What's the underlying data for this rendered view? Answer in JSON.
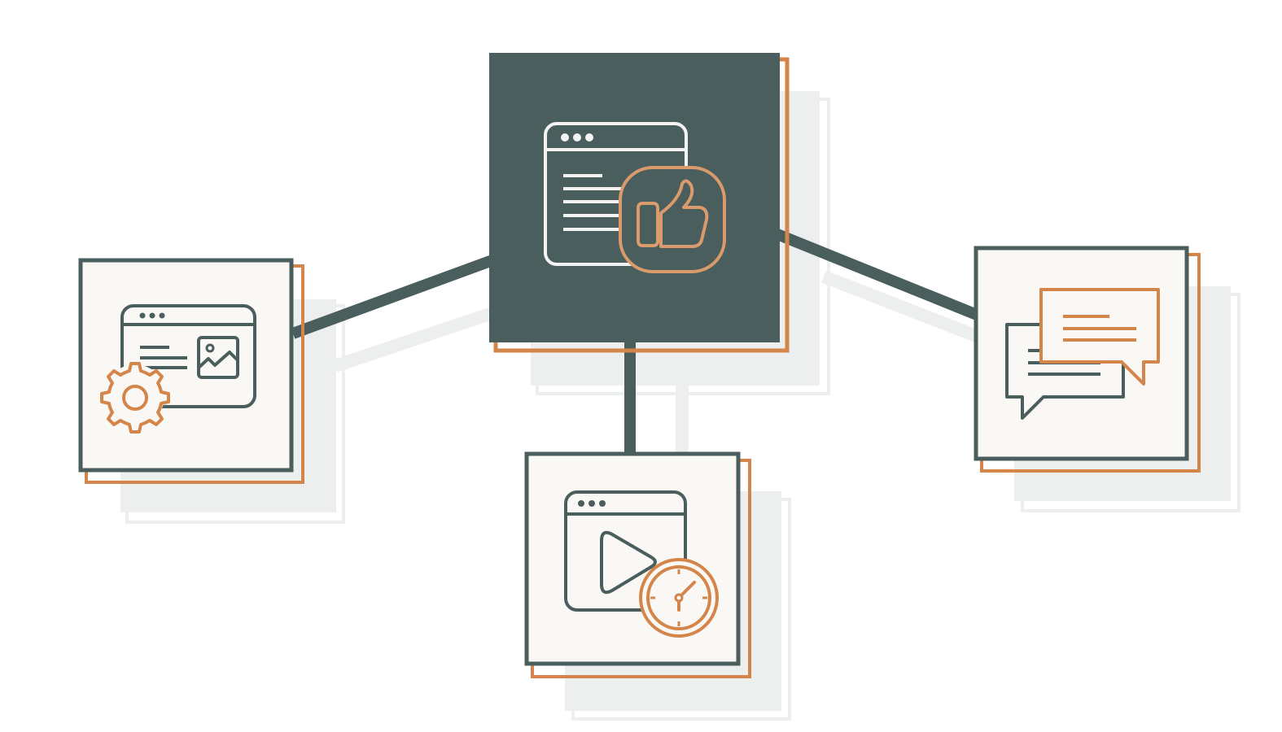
{
  "colors": {
    "background": "#ffffff",
    "slate": "#4a5e5e",
    "orange": "#d4854a",
    "orange_soft": "#d99a6c",
    "card_fill": "#faf8f4",
    "shadow": "#ecefee",
    "icon_light": "#f4f4f2"
  },
  "nodes": [
    {
      "id": "hub",
      "icon": "webpage-thumbs-up-icon"
    },
    {
      "id": "settings",
      "icon": "webpage-settings-icon"
    },
    {
      "id": "video",
      "icon": "video-timer-icon"
    },
    {
      "id": "chat",
      "icon": "chat-bubbles-icon"
    }
  ]
}
